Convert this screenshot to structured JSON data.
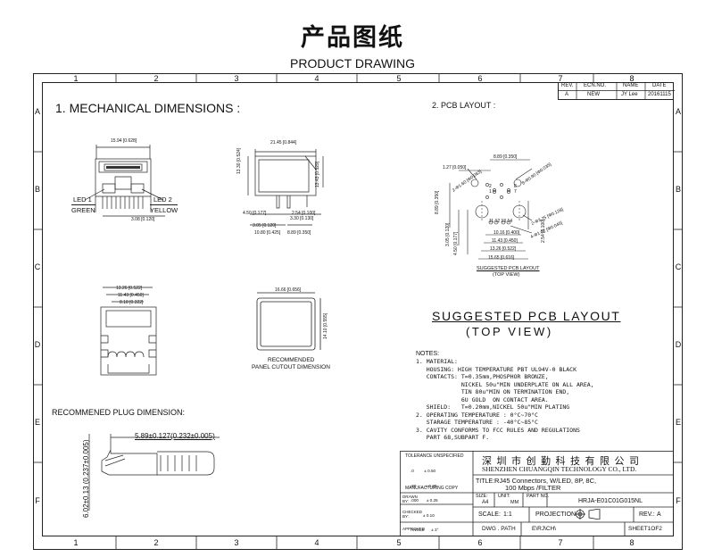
{
  "header": {
    "title_cn": "产品图纸",
    "title_en": "PRODUCT DRAWING"
  },
  "border": {
    "columns": [
      "1",
      "2",
      "3",
      "4",
      "5",
      "6",
      "7",
      "8"
    ],
    "rows": [
      "A",
      "B",
      "C",
      "D",
      "E",
      "F"
    ]
  },
  "revision_table": {
    "headers": [
      "REV.",
      "ECN.NO.",
      "NAME",
      "DATE"
    ],
    "row": [
      "A",
      "NEW",
      "JY Lee",
      "20161115"
    ]
  },
  "sections": {
    "mechanical": "1. MECHANICAL DIMENSIONS :",
    "pcb_layout": "2. PCB LAYOUT :",
    "plug": "RECOMMENED PLUG DIMENSION:",
    "suggested_title": "SUGGESTED PCB LAYOUT",
    "suggested_subtitle": "(TOP VIEW)"
  },
  "front_view": {
    "top_dim": "15.94 [0.628]",
    "led1": "LED 1",
    "green": "GREEN",
    "led2": "LED 2",
    "yellow": "YELLOW",
    "bottom_dim": "3.08 [0.120]"
  },
  "side_view": {
    "top_dim": "21.45 [0.844]",
    "height_dim": "13.30 [0.524]",
    "right_dim": "13.43 [0.529]",
    "d1": "4.50 [0.177]",
    "d2": "2.54 [0.100]",
    "d3": "3.30 [0.130]",
    "d4": "3.05 [0.120]",
    "d5": "10.80 [0.425]",
    "d6": "8.89 [0.350]"
  },
  "bottom_view": {
    "d1": "13.26 [0.522]",
    "d2": "11.43 [0.450]",
    "d3": "8.18 [0.322]"
  },
  "panel": {
    "width_dim": "16.66 [0.656]",
    "height_dim": "14.10 [0.555]",
    "label_line1": "RECOMMENDED",
    "label_line2": "PANEL CUTOUT DIMENSION"
  },
  "pcb": {
    "top": "8.89 [0.350]",
    "left_top": "1.27 [0.050]",
    "hole1": "2-Φ1.60 [Φ0.063]",
    "hole2": "8-Φ0.90 [Φ0.035]",
    "hole3": "2-Φ3.25 [Φ0.128]",
    "hole4": "4-Φ1.02 [Φ0.040]",
    "left1": "8.89 [0.350]",
    "left2": "3.05 [0.120]",
    "left3": "4.50 [0.177]",
    "right": "2.54 [0.100]",
    "b1": "10.16 [0.400]",
    "b2": "11.43 [0.450]",
    "b3": "13.26 [0.522]",
    "b4": "15.65 [0.616]",
    "pin1": "1",
    "pin7": "7",
    "pin8": "8",
    "pin2": "2",
    "led_pins": "11 12 13 14",
    "caption1": "SUGGESTED PCB LAYOUT",
    "caption2": "(TOP VIEW)"
  },
  "notes": {
    "title": "NOTES:",
    "lines": [
      "1. MATERIAL:",
      "   HOUSING: HIGH TEMPERATURE PBT UL94V-0 BLACK",
      "   CONTACTS: T=0.35mm,PHOSPHOR BRONZE,",
      "             NICKEL 50u\"MIN UNDERPLATE ON ALL AREA,",
      "             TIN 80u\"MIN ON TERMINATION END,",
      "             6U GOLD  ON CONTACT AREA.",
      "   SHIELD:   T=0.20mm,NICKEL 50u\"MIN PLATING",
      "2. OPERATING TEMPERATURE : 0°C~70°C",
      "   STARAGE TEMPERATURE : -40°C~85°C",
      "3. CAVITY CONFORMS TO FCC RULES AND REGULATIONS",
      "   PART 68,SUBPART F."
    ]
  },
  "plug": {
    "width_dim": "5.89±0.127(0.232±0.005)",
    "height_dim": "6.02±0.13 (0.237±0.005)"
  },
  "title_block": {
    "tolerance_title": "TOLERANCE UNSPECIFIED",
    "tol_rows": [
      ".0         ± 0.50",
      ".00        ± 0.30",
      ".000       ± 0.25",
      "           ± 0.10",
      "ANGLE      ± 3°"
    ],
    "mfg_copy": "MANUFACTURING COPY",
    "drawn": "DRAWN BY:",
    "checked": "CHECKED BY:",
    "approved": "APPROVED",
    "company_cn": "深 圳 市 创 勤 科 技 有 限 公 司",
    "company_en": "SHENZHEN CHUANGQIN TECHNOLOGY CO., LTD.",
    "title_label": "TITLE:",
    "title_line1": "RJ45 Connectors, W/LED, 8P, 8C,",
    "title_line2": "100 Mbps /FILTER",
    "size_label": "SIZE:",
    "size_value": "A4",
    "unit_label": "UNIT:",
    "unit_value": "MM",
    "partno_label": "PART NO.",
    "partno_value": "HRJA-E01C01G015NL",
    "scale_label": "SCALE:",
    "scale_value": "1:1",
    "projection_label": "PROJECTION",
    "rev_label": "REV.:",
    "rev_value": "A",
    "dwg_path_label": "DWG . PATH",
    "dwg_path_value": "E\\RJ\\CH\\",
    "sheet": "SHEET1OF2"
  }
}
